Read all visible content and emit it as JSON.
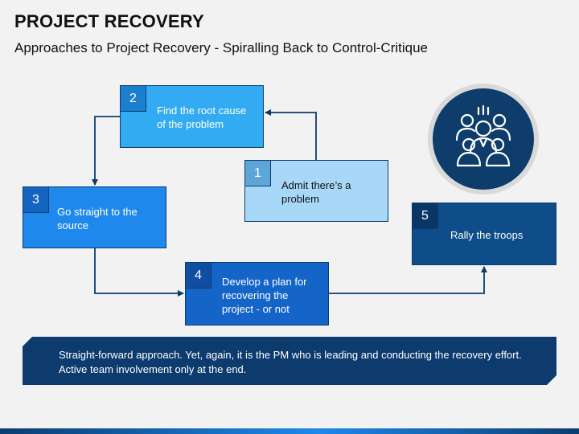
{
  "header": {
    "title": "PROJECT RECOVERY",
    "subtitle": "Approaches to Project Recovery - Spiralling Back to Control-Critique"
  },
  "steps": [
    {
      "number": "1",
      "label": "Admit there’s a problem",
      "fill": "#a7d8f8"
    },
    {
      "number": "2",
      "label": "Find the root cause of the problem",
      "fill": "#33abf2"
    },
    {
      "number": "3",
      "label": "Go straight to the source",
      "fill": "#1e88ec"
    },
    {
      "number": "4",
      "label": "Develop a plan for recovering the project - or not",
      "fill": "#1565c9"
    },
    {
      "number": "5",
      "label": "Rally the troops",
      "fill": "#0f4c8a"
    }
  ],
  "icon": {
    "name": "team-icon",
    "background": "#0e3d6b"
  },
  "banner": {
    "text": "Straight-forward approach. Yet, again, it is the PM who is leading and conducting the recovery effort. Active team involvement only at the end."
  },
  "colors": {
    "accent_dark": "#0d3b6e",
    "page_background": "#f2f2f2"
  }
}
